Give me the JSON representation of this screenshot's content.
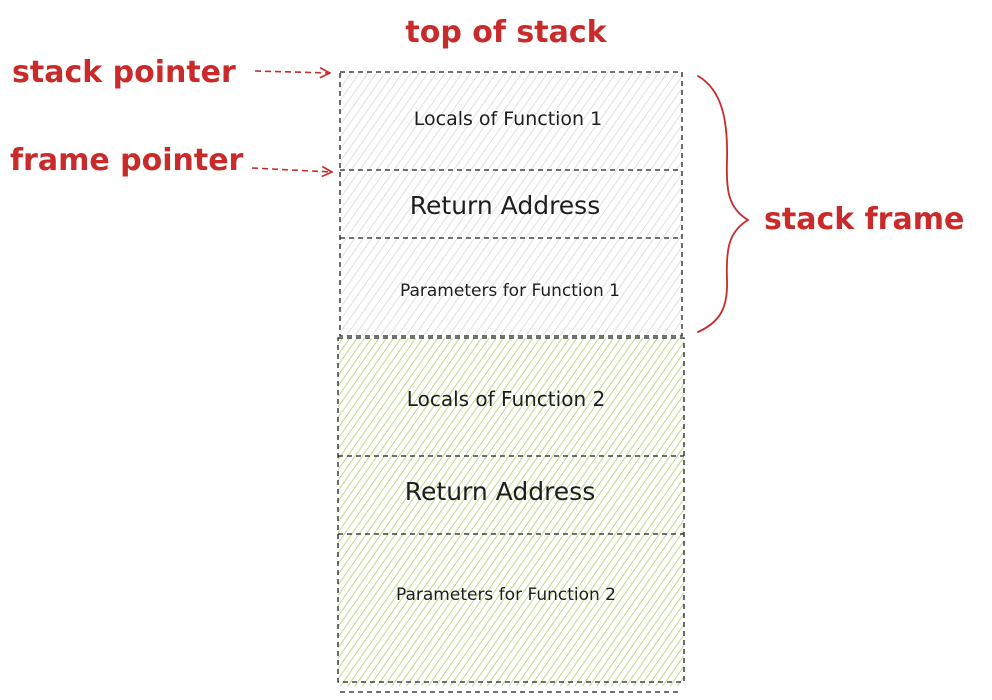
{
  "labels": {
    "top_of_stack": "top of stack",
    "stack_pointer": "stack pointer",
    "frame_pointer": "frame pointer",
    "stack_frame": "stack frame"
  },
  "frame1": {
    "fill": "#e9ecef",
    "locals": "Locals of Function 1",
    "return_address": "Return Address",
    "parameters": "Parameters for Function 1"
  },
  "frame2": {
    "fill": "#a9d36b",
    "locals": "Locals of Function 2",
    "return_address": "Return Address",
    "parameters": "Parameters for Function 2"
  },
  "colors": {
    "annotation": "#c92a2a",
    "outline": "#1e1e1e"
  }
}
